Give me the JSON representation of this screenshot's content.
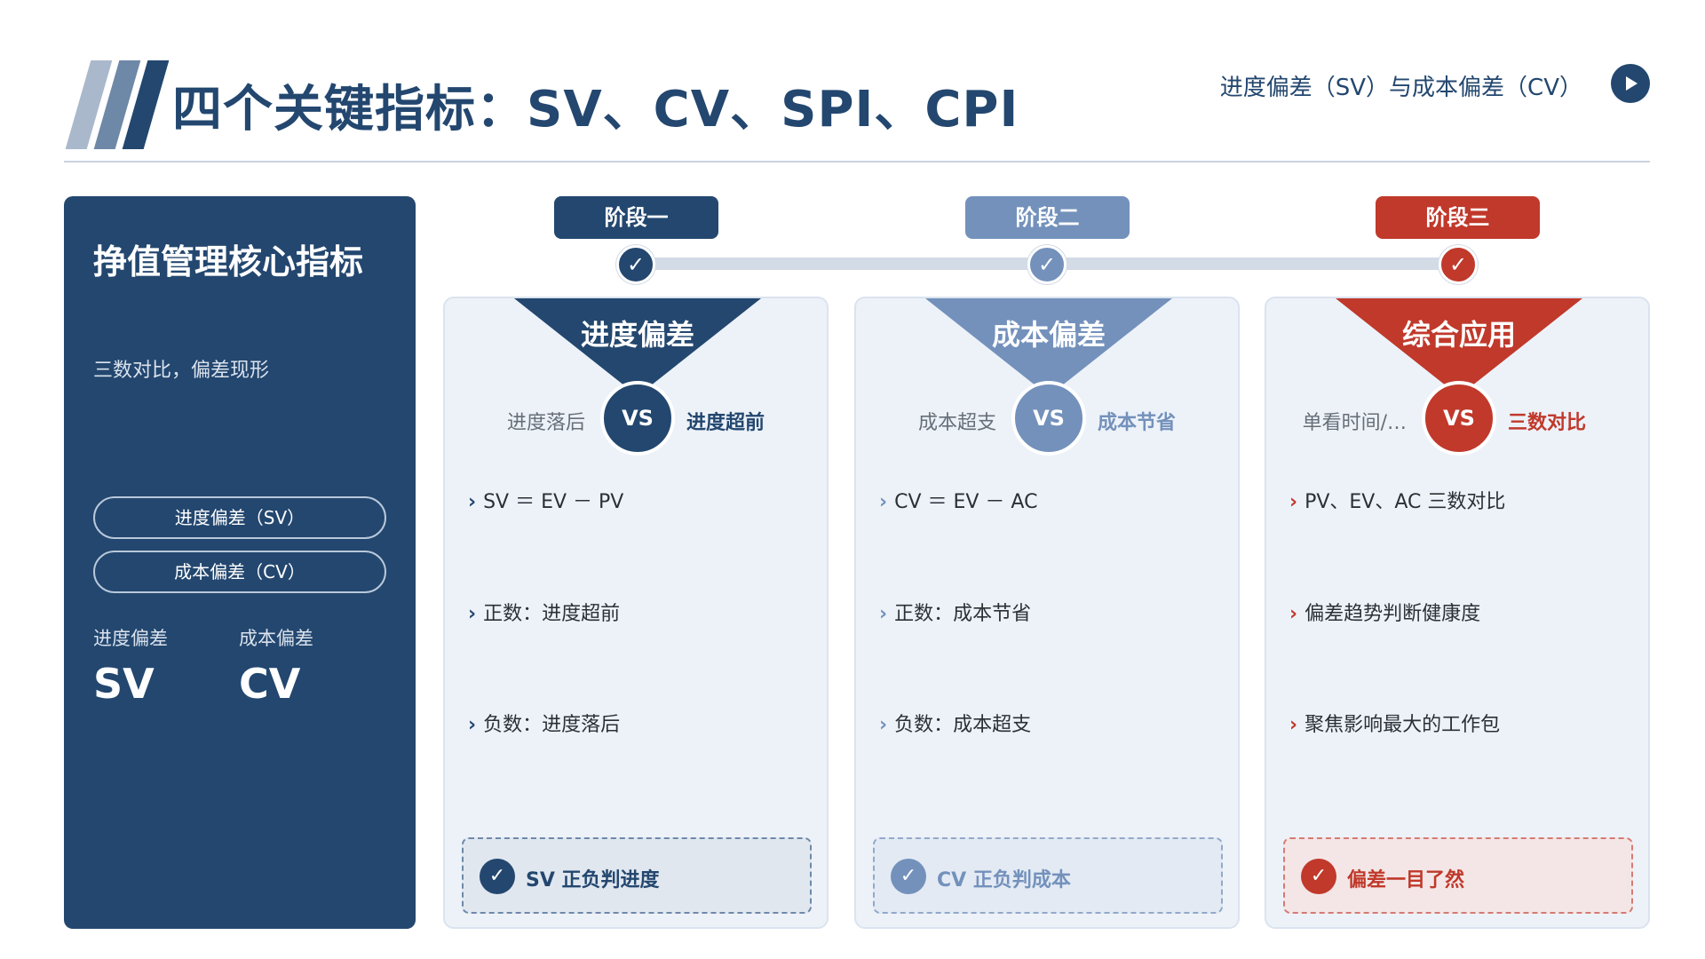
{
  "header": {
    "title": "四个关键指标：SV、CV、SPI、CPI",
    "subtitle": "进度偏差（SV）与成本偏差（CV）",
    "next_icon": "play-icon"
  },
  "colors": {
    "navy": "#23476f",
    "steel": "#6e88a8",
    "red": "#c0392b"
  },
  "sidebar": {
    "title": "挣值管理核心指标",
    "tagline": "三数对比，偏差现形",
    "pills": [
      "进度偏差（SV）",
      "成本偏差（CV）"
    ],
    "metrics": [
      {
        "label": "进度偏差",
        "value": "SV"
      },
      {
        "label": "成本偏差",
        "value": "CV"
      }
    ]
  },
  "stages": [
    {
      "tab": "阶段一",
      "check": "✓",
      "banner": "进度偏差",
      "vs": "VS",
      "left": "进度落后",
      "right": "进度超前",
      "points": [
        "SV ＝ EV － PV",
        "正数：进度超前",
        "负数：进度落后"
      ],
      "chevron": "›",
      "summary": "SV 正负判进度"
    },
    {
      "tab": "阶段二",
      "check": "✓",
      "banner": "成本偏差",
      "vs": "VS",
      "left": "成本超支",
      "right": "成本节省",
      "points": [
        "CV ＝ EV － AC",
        "正数：成本节省",
        "负数：成本超支"
      ],
      "chevron": "›",
      "summary": "CV 正负判成本"
    },
    {
      "tab": "阶段三",
      "check": "✓",
      "banner": "综合应用",
      "vs": "VS",
      "left": "单看时间/…",
      "right": "三数对比",
      "points": [
        "PV、EV、AC 三数对比",
        "偏差趋势判断健康度",
        "聚焦影响最大的工作包"
      ],
      "chevron": "›",
      "summary": "偏差一目了然"
    }
  ]
}
